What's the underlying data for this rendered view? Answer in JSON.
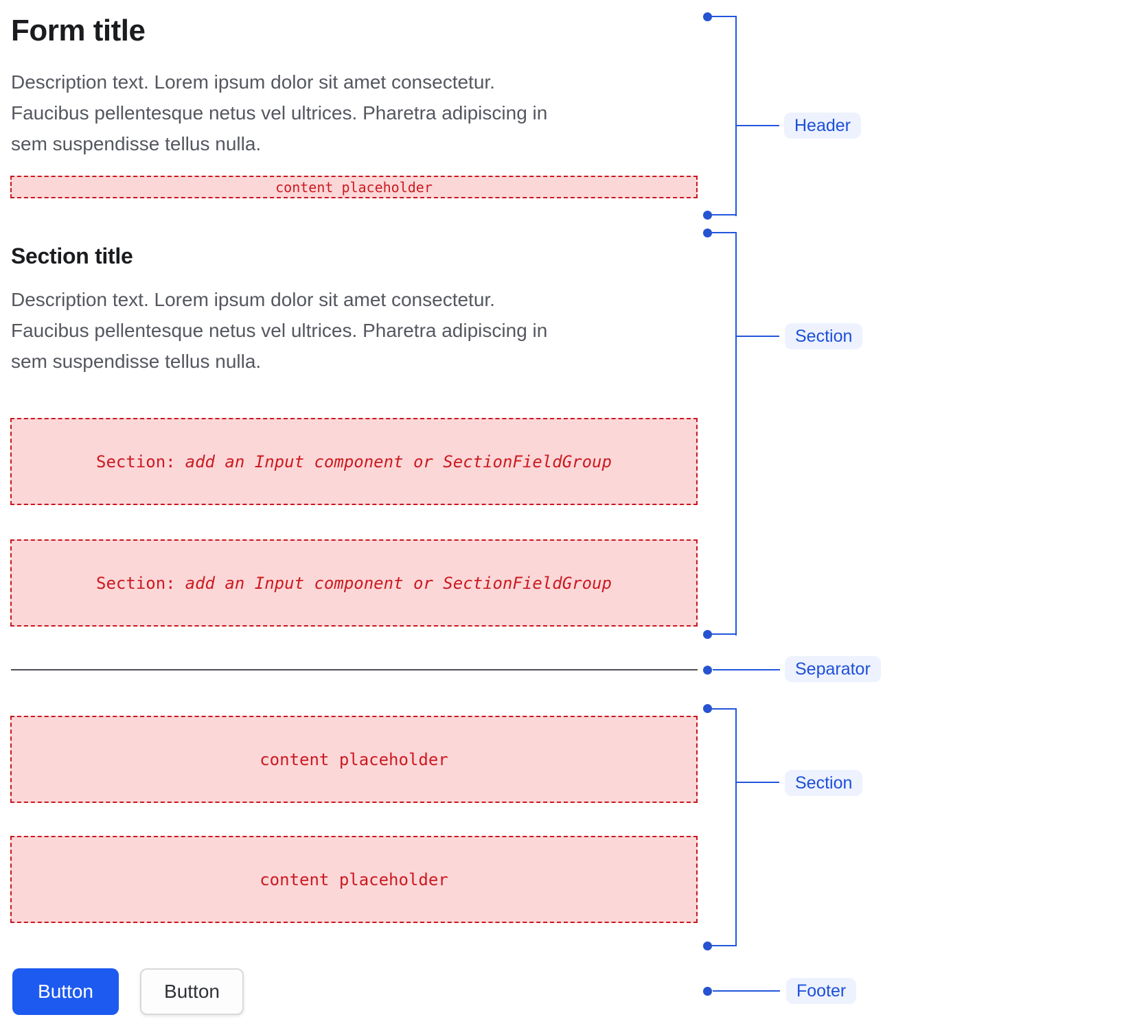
{
  "form": {
    "header": {
      "title": "Form title",
      "description_lines": [
        "Description text. Lorem ipsum dolor sit amet consectetur.",
        "Faucibus pellentesque netus vel ultrices. Pharetra adipiscing in",
        "sem suspendisse tellus nulla."
      ],
      "placeholder": "content placeholder"
    },
    "section": {
      "title": "Section title",
      "description_lines": [
        "Description text. Lorem ipsum dolor sit amet consectetur.",
        "Faucibus pellentesque netus vel ultrices. Pharetra adipiscing in",
        "sem suspendisse tellus nulla."
      ],
      "slots": [
        {
          "prefix": "Section:",
          "instruction": "add an Input component or SectionFieldGroup"
        },
        {
          "prefix": "Section:",
          "instruction": "add an Input component or SectionFieldGroup"
        }
      ]
    },
    "content_section": {
      "placeholders": [
        "content placeholder",
        "content placeholder"
      ]
    },
    "footer": {
      "primary_button": "Button",
      "secondary_button": "Button"
    }
  },
  "annotations": {
    "header": "Header",
    "section_top": "Section",
    "separator": "Separator",
    "section_bottom": "Section",
    "footer": "Footer"
  },
  "colors": {
    "annotation_blue": "#2155dc",
    "annotation_label_bg": "#edf2fe",
    "annotation_label_text": "#1d4fd8",
    "placeholder_bg": "#fcd7d8",
    "placeholder_border": "#c9151e",
    "placeholder_text": "#cb1a20",
    "primary_button_bg": "#1d5af0",
    "separator_line": "#4b4e55"
  }
}
